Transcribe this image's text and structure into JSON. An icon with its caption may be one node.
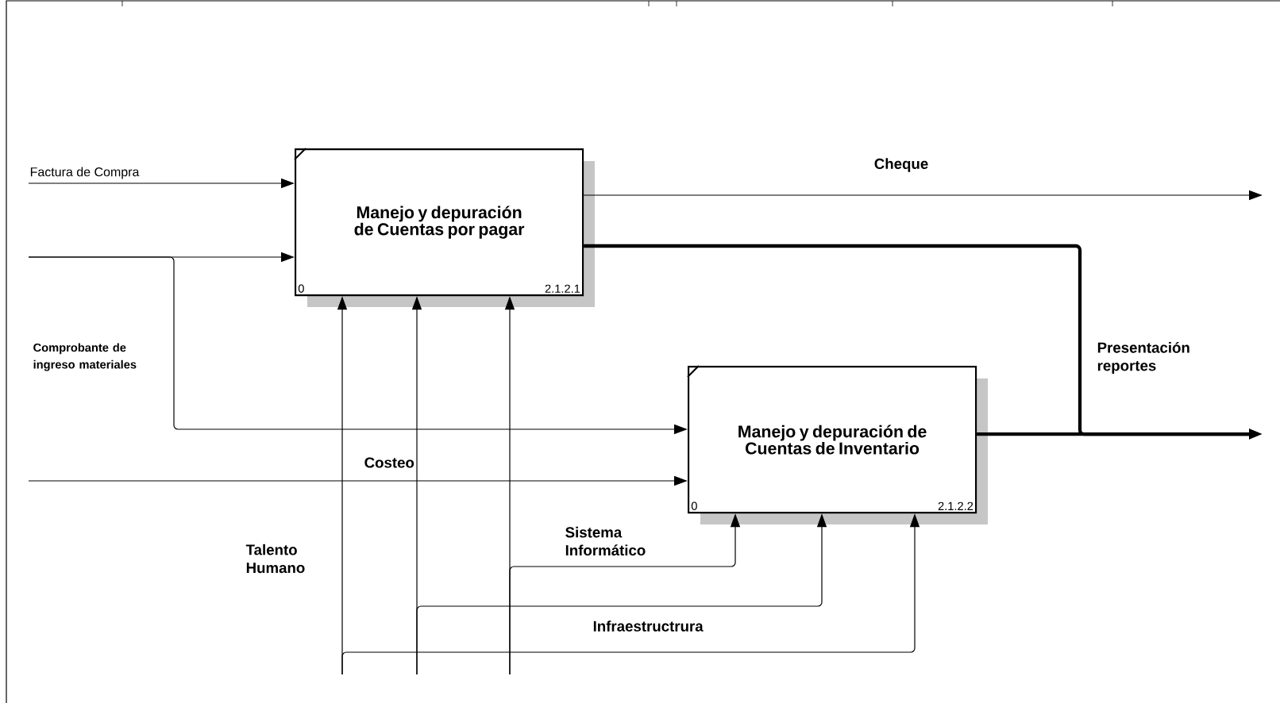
{
  "diagram": {
    "nodes": [
      {
        "text": [
          "Manejo y depuración de Cuentas por pagar",
          "0",
          "2.1.2.1"
        ]
      },
      {
        "text": [
          "Manejo y depuración de Cuentas de Inventario",
          "0",
          "2.1.2.2"
        ]
      }
    ],
    "edges": [
      {
        "from": null,
        "to": 0,
        "arrow": "to",
        "label": "Factura de Compra"
      },
      {
        "from": null,
        "to": 0,
        "arrow": "to"
      },
      {
        "from": null,
        "to": 1,
        "arrow": "to",
        "label": "Comprobante de ingreso materiales"
      },
      {
        "from": null,
        "to": 1,
        "arrow": "to",
        "label": "Costeo"
      },
      {
        "from": 0,
        "to": null,
        "arrow": "to",
        "label": "Cheque"
      },
      {
        "from": 0,
        "to": null,
        "arrow": "to",
        "style": "thick",
        "label": "Presentación reportes"
      },
      {
        "from": 1,
        "to": null,
        "arrow": "to",
        "style": "thick"
      },
      {
        "from": null,
        "to": 0,
        "arrow": "to",
        "label": "Talento Humano"
      },
      {
        "from": null,
        "to": 1,
        "arrow": "to",
        "label": "Infraestructrura"
      },
      {
        "from": null,
        "to": 0,
        "arrow": "to"
      },
      {
        "from": null,
        "to": 1,
        "arrow": "to"
      },
      {
        "from": null,
        "to": 0,
        "arrow": "to"
      },
      {
        "from": null,
        "to": 1,
        "arrow": "to",
        "label": "Sistema Informático"
      }
    ]
  }
}
